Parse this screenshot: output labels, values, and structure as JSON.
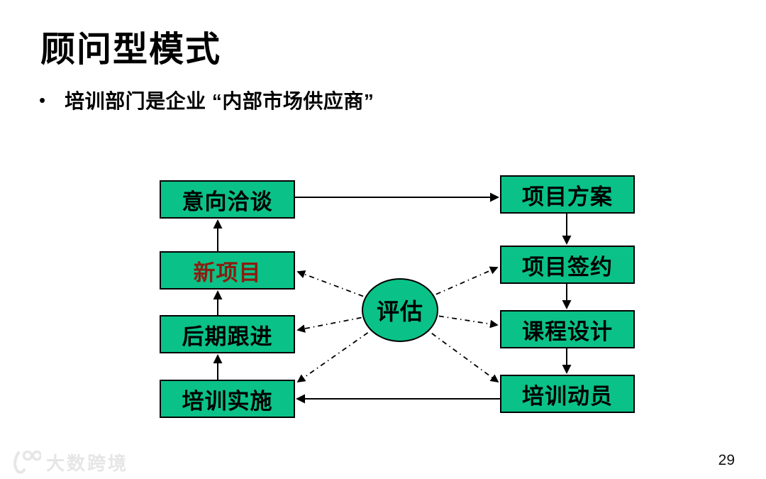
{
  "slide": {
    "title": "顾问型模式",
    "bullet_marker": "•",
    "bullet_text": "培训部门是企业 “内部市场供应商”",
    "page_number": "29",
    "background": "#ffffff"
  },
  "watermark": {
    "text": "大数跨境"
  },
  "diagram": {
    "colors": {
      "box_fill": "#0AC287",
      "box_border": "#000000",
      "box_text": "#000000",
      "highlight_text": "#8B1D10",
      "arrow": "#000000"
    },
    "left_column": [
      {
        "id": "intent-talks",
        "label": "意向洽谈"
      },
      {
        "id": "new-project",
        "label": "新项目",
        "highlight": true
      },
      {
        "id": "follow-up",
        "label": "后期跟进"
      },
      {
        "id": "training-implementation",
        "label": "培训实施"
      }
    ],
    "right_column": [
      {
        "id": "project-plan",
        "label": "项目方案"
      },
      {
        "id": "project-signing",
        "label": "项目签约"
      },
      {
        "id": "course-design",
        "label": "课程设计"
      },
      {
        "id": "training-mobilization",
        "label": "培训动员"
      }
    ],
    "center": {
      "id": "evaluation",
      "label": "评估"
    },
    "edges_solid": [
      "意向洽谈 → 项目方案",
      "项目方案 → 项目签约",
      "项目签约 → 课程设计",
      "课程设计 → 培训动员",
      "培训动员 → 培训实施",
      "培训实施 → 后期跟进",
      "后期跟进 → 新项目",
      "新项目 → 意向洽谈"
    ],
    "edges_dashed_from_center": [
      "评估 ⇢ 新项目",
      "评估 ⇢ 后期跟进",
      "评估 ⇢ 培训实施",
      "评估 ⇢ 项目签约",
      "评估 ⇢ 课程设计",
      "评估 ⇢ 培训动员"
    ]
  }
}
